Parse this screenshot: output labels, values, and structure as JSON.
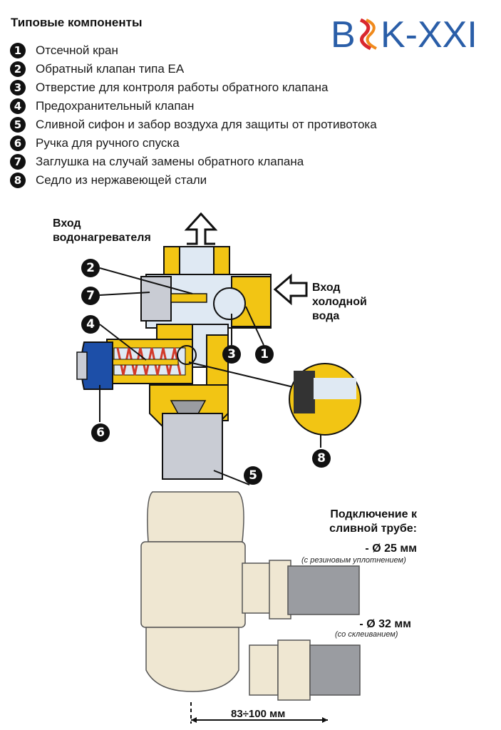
{
  "header": {
    "title": "Типовые компоненты",
    "logo_text": "BSK-XXI"
  },
  "legend": [
    {
      "num": "1",
      "text": "Отсечной кран"
    },
    {
      "num": "2",
      "text": "Обратный клапан типа EA"
    },
    {
      "num": "3",
      "text": "Отверстие для контроля работы обратного клапана"
    },
    {
      "num": "4",
      "text": "Предохранительный клапан"
    },
    {
      "num": "5",
      "text": "Сливной сифон и забор воздуха для защиты от противотока"
    },
    {
      "num": "6",
      "text": "Ручка для ручного спуска"
    },
    {
      "num": "7",
      "text": "Заглушка на случай замены обратного клапана"
    },
    {
      "num": "8",
      "text": "Седло из нержавеющей стали"
    }
  ],
  "labels": {
    "heater_inlet_1": "Вход",
    "heater_inlet_2": "водонагревателя",
    "cold_inlet_1": "Вход",
    "cold_inlet_2": "холодной",
    "cold_inlet_3": "вода",
    "drain_1": "Подключение к",
    "drain_2": "сливной трубе:",
    "d25": "- Ø 25 мм",
    "d25_note": "(с резиновым уплотнением)",
    "d32": "- Ø 32 мм",
    "d32_note": "(со склеиванием)",
    "distance": "83÷100 мм"
  },
  "callouts": {
    "c1": "1",
    "c2": "2",
    "c3": "3",
    "c4": "4",
    "c5": "5",
    "c6": "6",
    "c7": "7",
    "c8": "8"
  },
  "colors": {
    "brass": "#f2c514",
    "brass_dark": "#b08a00",
    "steel": "#c9ccd4",
    "light_blue": "#dfe9f3",
    "blue_knob": "#1d4fa8",
    "spring_red": "#d23a2a",
    "siphon": "#efe7d2",
    "pipe_grey": "#9a9ca1",
    "logo_blue": "#2a5ea8",
    "logo_red": "#d9272e"
  }
}
